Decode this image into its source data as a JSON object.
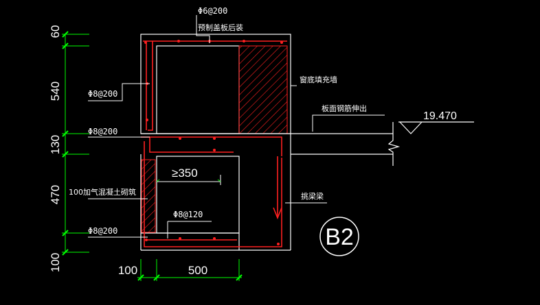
{
  "drawing": {
    "section_id": "B2",
    "level_mark": "19.470",
    "top_rebar_label": "Φ6@200",
    "top_note": "预制盖板后装",
    "window_wall_note": "窗底填充墙",
    "slab_rebar_note": "板面钢筋伸出",
    "infill_wall_note": "100加气混凝土砌筑",
    "beam_note": "挑梁梁",
    "rebar_labels": [
      "Φ8@200",
      "Φ8@200",
      "Φ8@120",
      "Φ8@200"
    ],
    "min_width_note": "≥350",
    "vertical_dimensions": [
      "60",
      "540",
      "130",
      "470",
      "100"
    ],
    "horizontal_dimensions": [
      "100",
      "500"
    ],
    "colors": {
      "background": "#000000",
      "outline": "#ffffff",
      "rebar": "#ff2020",
      "dimension": "#00ff00",
      "leader": "#ffffff"
    }
  }
}
